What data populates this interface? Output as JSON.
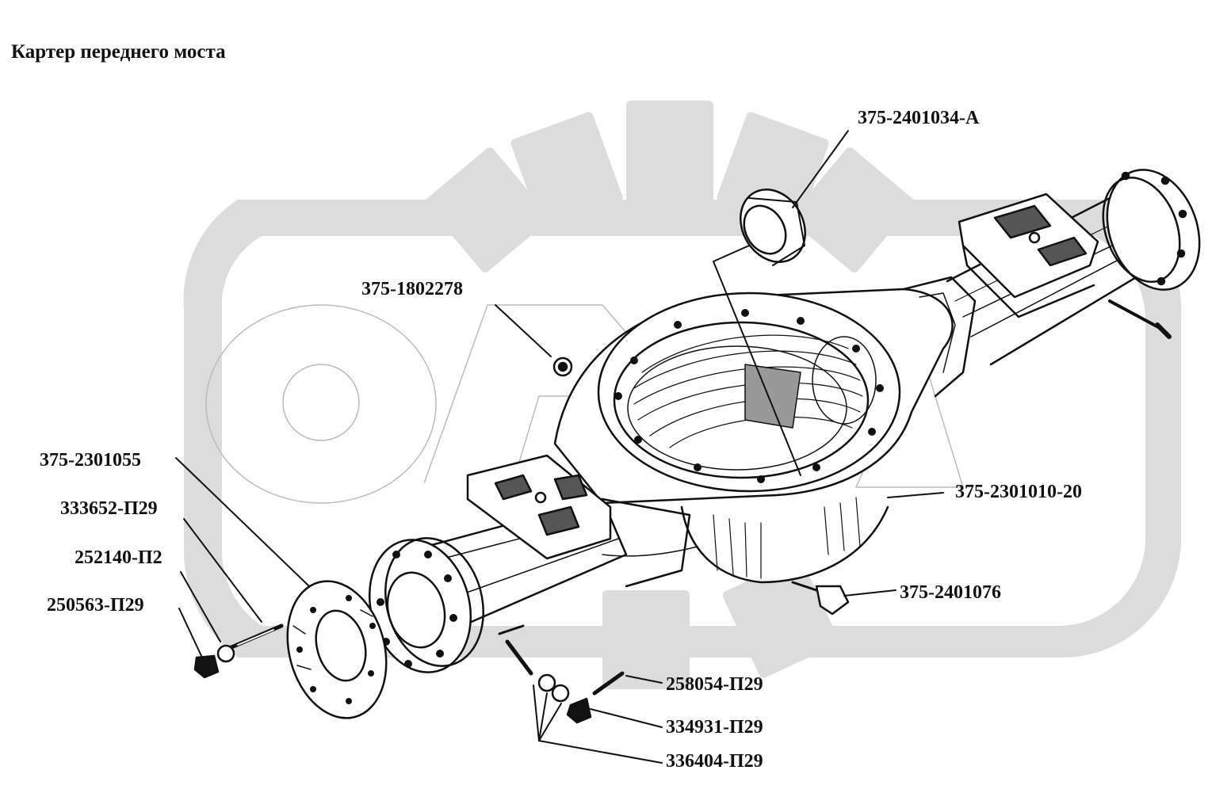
{
  "title": "Картер переднего моста",
  "callouts": {
    "c1": "375-2401034-А",
    "c2": "375-1802278",
    "c3": "375-2301055",
    "c4": "333652-П29",
    "c5": "252140-П2",
    "c6": "250563-П29",
    "c7": "375-2301010-20",
    "c8": "375-2401076",
    "c9": "258054-П29",
    "c10": "334931-П29",
    "c11": "336404-П29"
  },
  "colors": {
    "ink": "#111111",
    "watermark": "#dcdcdc"
  }
}
